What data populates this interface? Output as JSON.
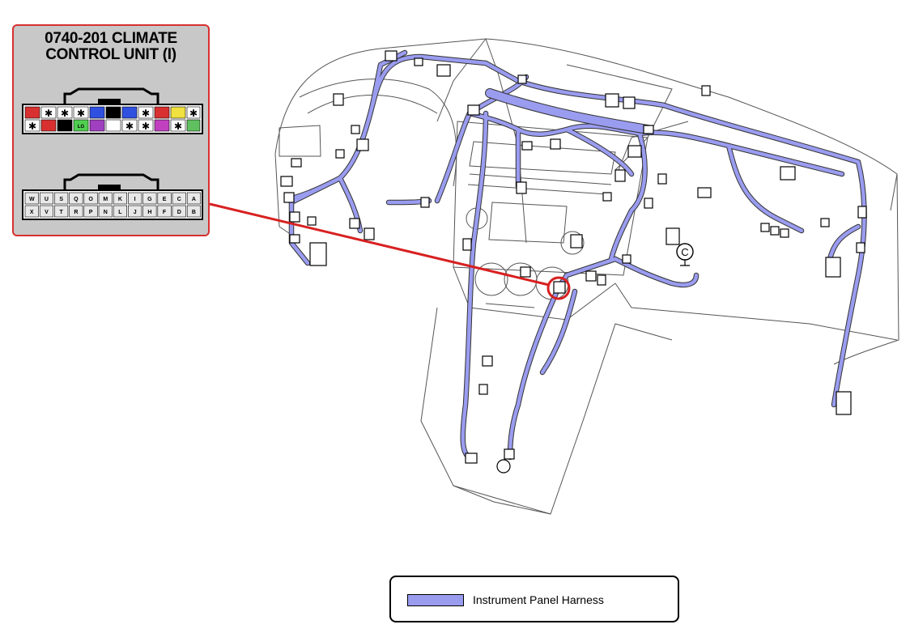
{
  "callout": {
    "title_line1": "0740-201 CLIMATE",
    "title_line2": "CONTROL UNIT (I)",
    "pins_top_row": [
      "W",
      "U",
      "S",
      "Q",
      "O",
      "M",
      "K",
      "I",
      "G",
      "E",
      "C",
      "A"
    ],
    "pins_bottom_row": [
      "X",
      "V",
      "T",
      "R",
      "P",
      "N",
      "L",
      "J",
      "H",
      "F",
      "D",
      "B"
    ],
    "colored_pin_label": "LG"
  },
  "legend": {
    "label": "Instrument Panel Harness",
    "harness_color": "#9a9cf0"
  },
  "ground_marker": "C",
  "colors": {
    "harness": "#9a9cf0",
    "callout_border": "#d83030",
    "callout_fill": "#c8c8c8"
  }
}
